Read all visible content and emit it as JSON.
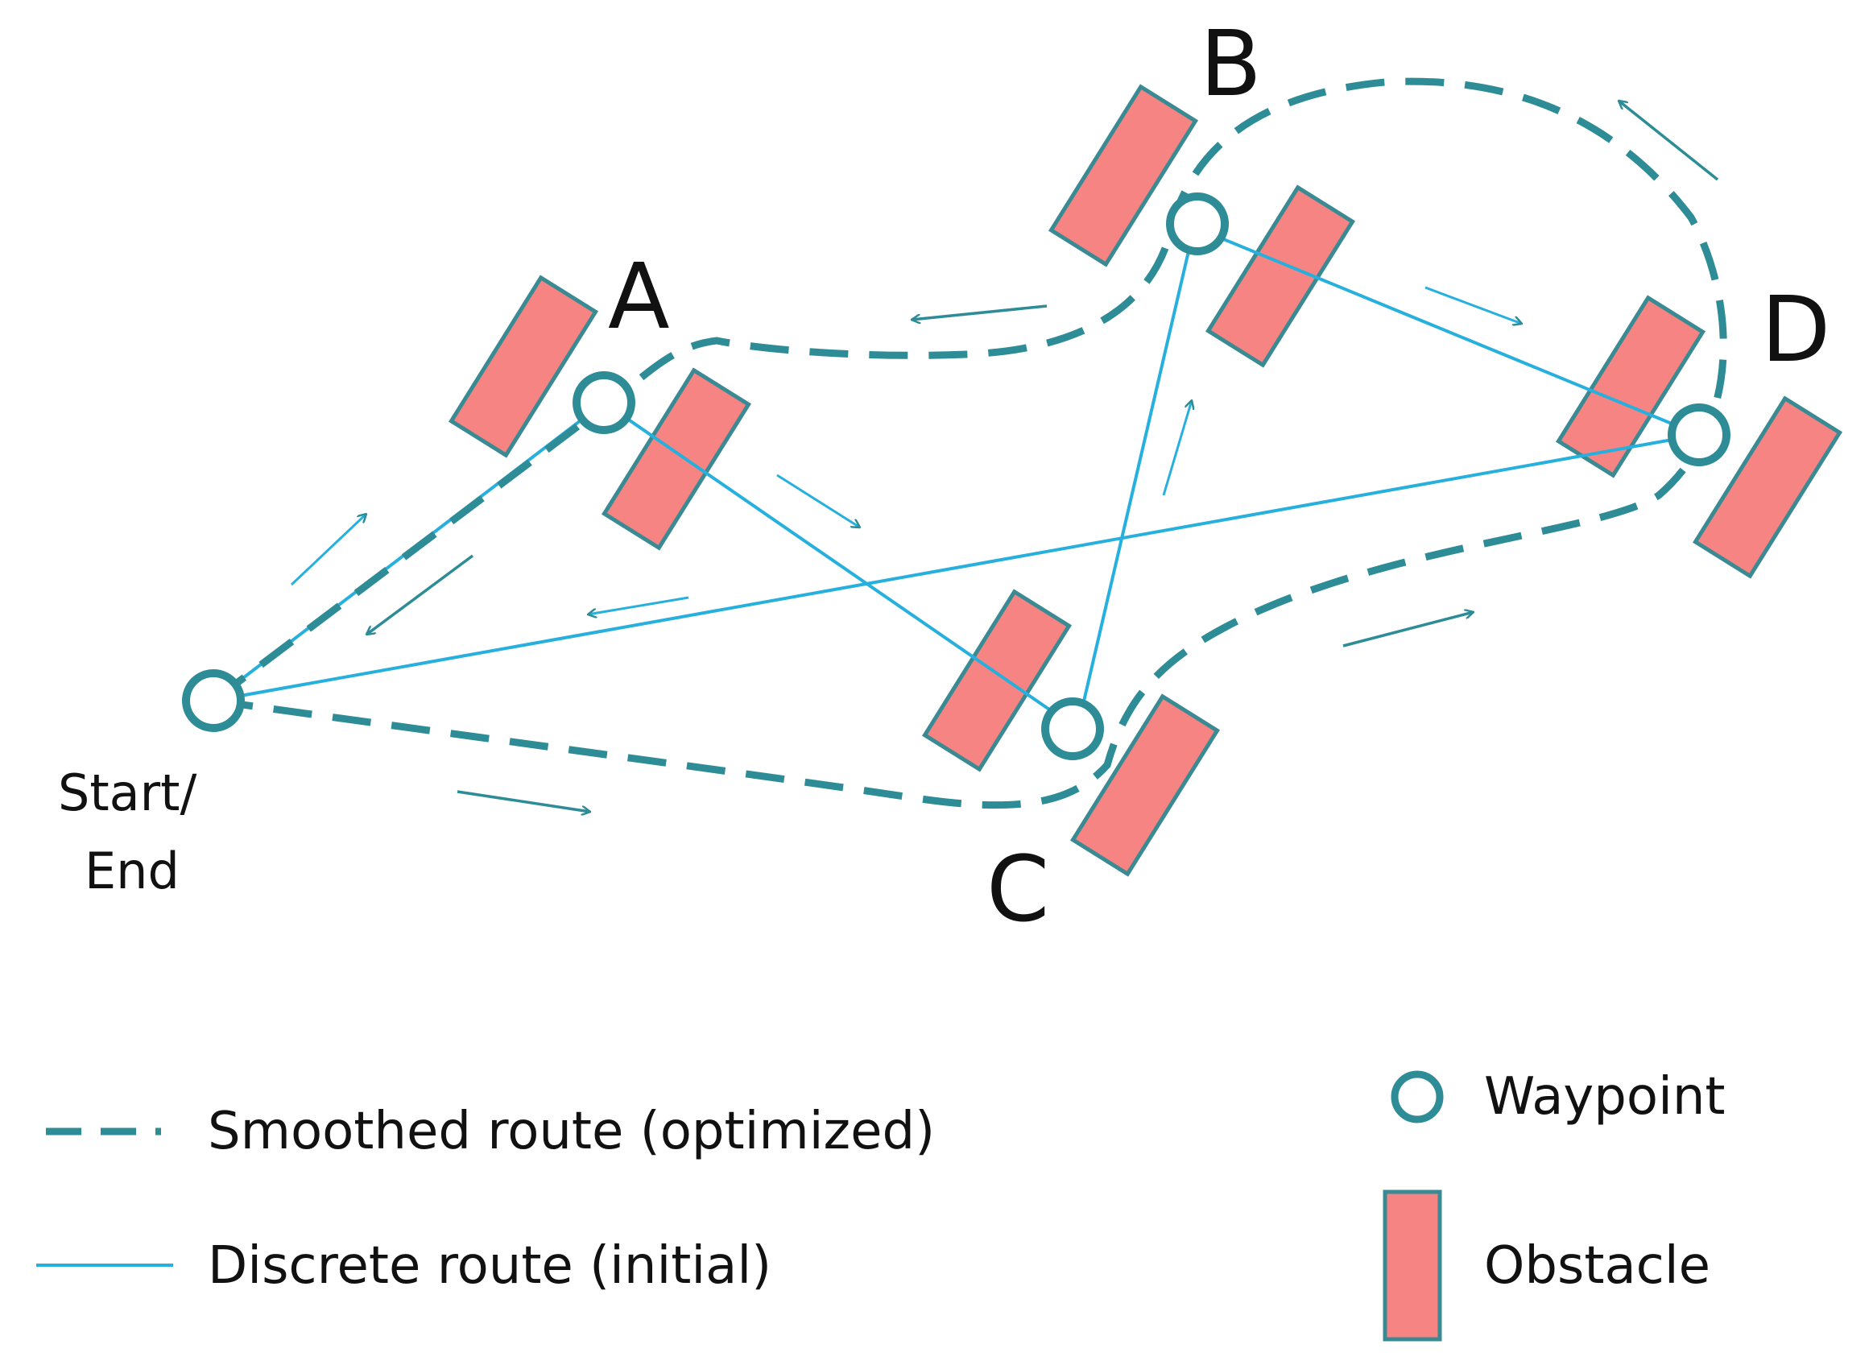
{
  "colors": {
    "smoothed_route": "#2E8C96",
    "discrete_route": "#27B0DE",
    "obstacle_fill": "#F58482",
    "obstacle_stroke": "#3A8A93",
    "waypoint": "#2E8C96",
    "text": "#111111"
  },
  "labels": {
    "start_line1": "Start/",
    "start_line2": "End",
    "a": "A",
    "b": "B",
    "c": "C",
    "d": "D"
  },
  "legend": {
    "smoothed": "Smoothed route (optimized)",
    "discrete": "Discrete route (initial)",
    "waypoint": "Waypoint",
    "obstacle": "Obstacle"
  }
}
